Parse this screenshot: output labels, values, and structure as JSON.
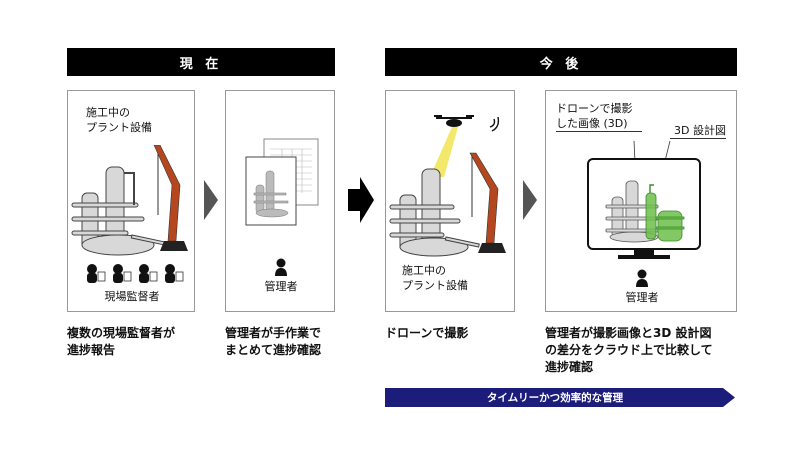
{
  "headers": {
    "current": "現 在",
    "future": "今 後"
  },
  "panels": {
    "current_site": {
      "plant_label_line1": "施工中の",
      "plant_label_line2": "プラント設備",
      "people_label": "現場監督者"
    },
    "current_manager": {
      "role_label": "管理者"
    },
    "future_drone": {
      "plant_label_line1": "施工中の",
      "plant_label_line2": "プラント設備"
    },
    "future_cloud": {
      "drone_image_label_line1": "ドローンで撮影",
      "drone_image_label_line2": "した画像 (3D)",
      "design_label": "3D 設計図",
      "role_label": "管理者"
    }
  },
  "captions": {
    "c1_line1": "複数の現場監督者が",
    "c1_line2": "進捗報告",
    "c2_line1": "管理者が手作業で",
    "c2_line2": "まとめて進捗確認",
    "c3_line1": "ドローンで撮影",
    "c4_line1": "管理者が撮影画像と3D 設計図",
    "c4_line2": "の差分をクラウド上で比較して",
    "c4_line3": "進捗確認"
  },
  "benefit_bar": {
    "label": "タイムリーかつ効率的な管理"
  },
  "colors": {
    "header_bg": "#000000",
    "bar_bg": "#1c1c7a",
    "crane": "#b5471e",
    "design_green": "#6cc04a",
    "drone_beam": "#f2e86a",
    "chevron_gray": "#555555"
  }
}
